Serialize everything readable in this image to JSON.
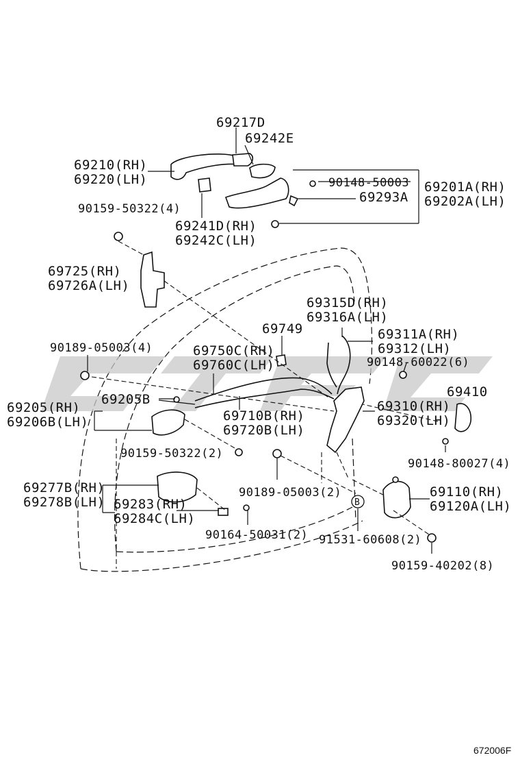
{
  "figure_id": "672006F",
  "watermark_color": "#c8c8c8",
  "callout_b": "B",
  "labels": {
    "l69217d": "69217D",
    "l69242e": "69242E",
    "l69210rh": "69210(RH)",
    "l69220lh": "69220(LH)",
    "l90148_50003": "90148-50003",
    "l69201a": "69201A(RH)",
    "l69293a": "69293A",
    "l69202a": "69202A(LH)",
    "l90159_50322_4": "90159-50322(4)",
    "l69241d": "69241D(RH)",
    "l69242c": "69242C(LH)",
    "l69725": "69725(RH)",
    "l69726a": "69726A(LH)",
    "l69315d": "69315D(RH)",
    "l69316a": "69316A(LH)",
    "l69749": "69749",
    "l69311a": "69311A(RH)",
    "l69312": "69312(LH)",
    "l90189_05003_4": "90189-05003(4)",
    "l69750c": "69750C(RH)",
    "l69760c": "69760C(LH)",
    "l90148_60022": "90148-60022(6)",
    "l69205": "69205(RH)",
    "l69205b": "69205B",
    "l69206b": "69206B(LH)",
    "l69410": "69410",
    "l69310": "69310(RH)",
    "l69320": "69320(LH)",
    "l69710b": "69710B(RH)",
    "l69720b": "69720B(LH)",
    "l90159_50322_2": "90159-50322(2)",
    "l90148_80027": "90148-80027(4)",
    "l69277b": "69277B(RH)",
    "l69278b": "69278B(LH)",
    "l90189_05003_2": "90189-05003(2)",
    "l69110": "69110(RH)",
    "l69283": "69283(RH)",
    "l69120a": "69120A(LH)",
    "l69284c": "69284C(LH)",
    "l90164_50031": "90164-50031(2)",
    "l91531_60608": "91531-60608(2)",
    "l90159_40202": "90159-40202(8)"
  }
}
